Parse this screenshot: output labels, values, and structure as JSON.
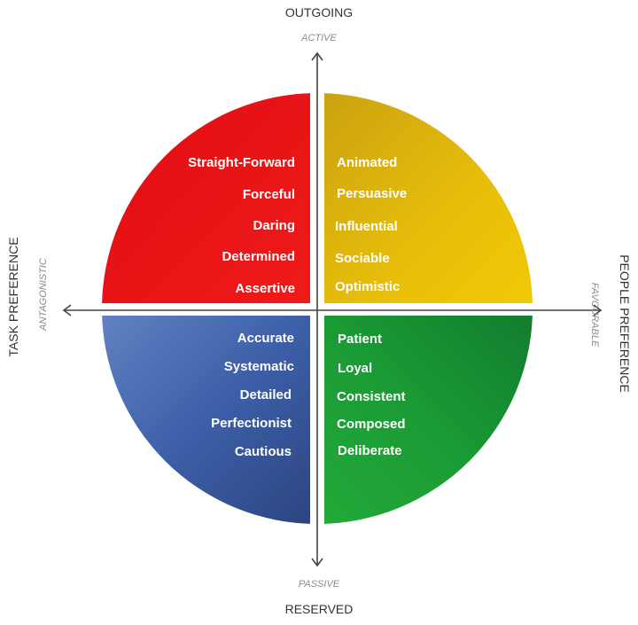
{
  "axes": {
    "top": {
      "label": "OUTGOING",
      "sub": "ACTIVE"
    },
    "bottom": {
      "label": "RESERVED",
      "sub": "PASSIVE"
    },
    "left": {
      "label": "TASK PREFERENCE",
      "sub": "ANTAGONISTIC"
    },
    "right": {
      "label": "PEOPLE PREFERENCE",
      "sub": "FAVOURABLE"
    }
  },
  "quadrants": {
    "red": {
      "color": "#ee1518",
      "items": [
        "Straight-Forward",
        "Forceful",
        "Daring",
        "Determined",
        "Assertive"
      ]
    },
    "yellow": {
      "color": "#f2cc05",
      "items": [
        "Animated",
        "Persuasive",
        "Influential",
        "Sociable",
        "Optimistic"
      ]
    },
    "blue": {
      "color": "#3a5ca8",
      "items": [
        "Accurate",
        "Systematic",
        "Detailed",
        "Perfectionist",
        "Cautious"
      ]
    },
    "green": {
      "color": "#1c9a34",
      "items": [
        "Patient",
        "Loyal",
        "Consistent",
        "Composed",
        "Deliberate"
      ]
    }
  }
}
